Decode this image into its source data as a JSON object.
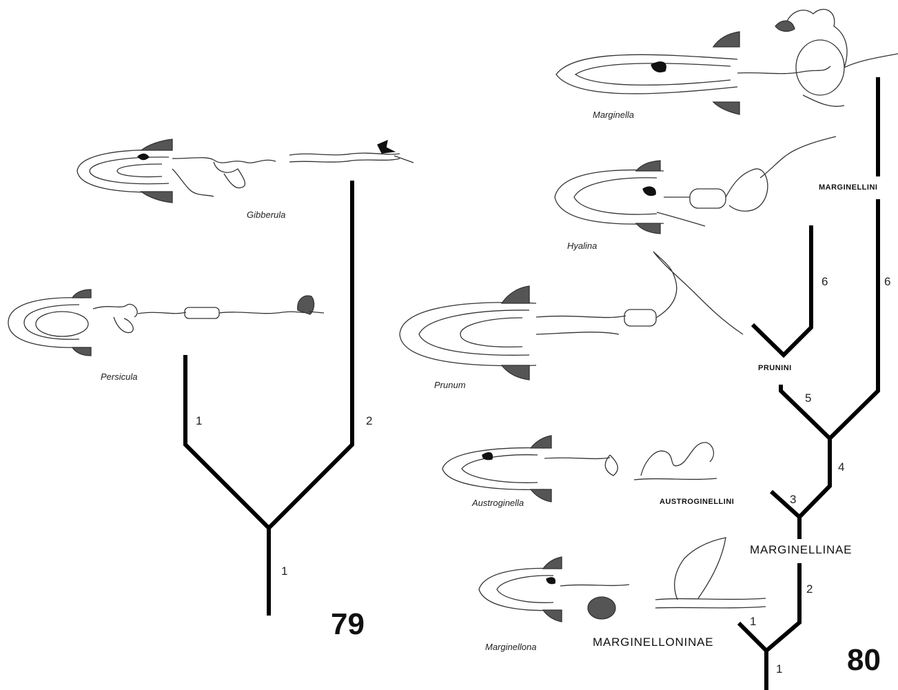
{
  "figure79": {
    "number": "79",
    "genera": [
      "Gibberula",
      "Persicula"
    ],
    "branch_labels": [
      "1",
      "2",
      "1"
    ]
  },
  "figure80": {
    "number": "80",
    "genera": [
      "Marginella",
      "Hyalina",
      "Prunum",
      "Austroginella",
      "Marginellona"
    ],
    "taxa": {
      "marginellini": "MARGINELLINI",
      "prunini": "PRUNINI",
      "austroginellini": "AUSTROGINELLINI",
      "marginellinae": "MARGINELLINAE",
      "marginelloninae": "MARGINELLONINAE"
    },
    "branch_labels": [
      "6",
      "6",
      "5",
      "4",
      "3",
      "2",
      "1",
      "1"
    ]
  }
}
